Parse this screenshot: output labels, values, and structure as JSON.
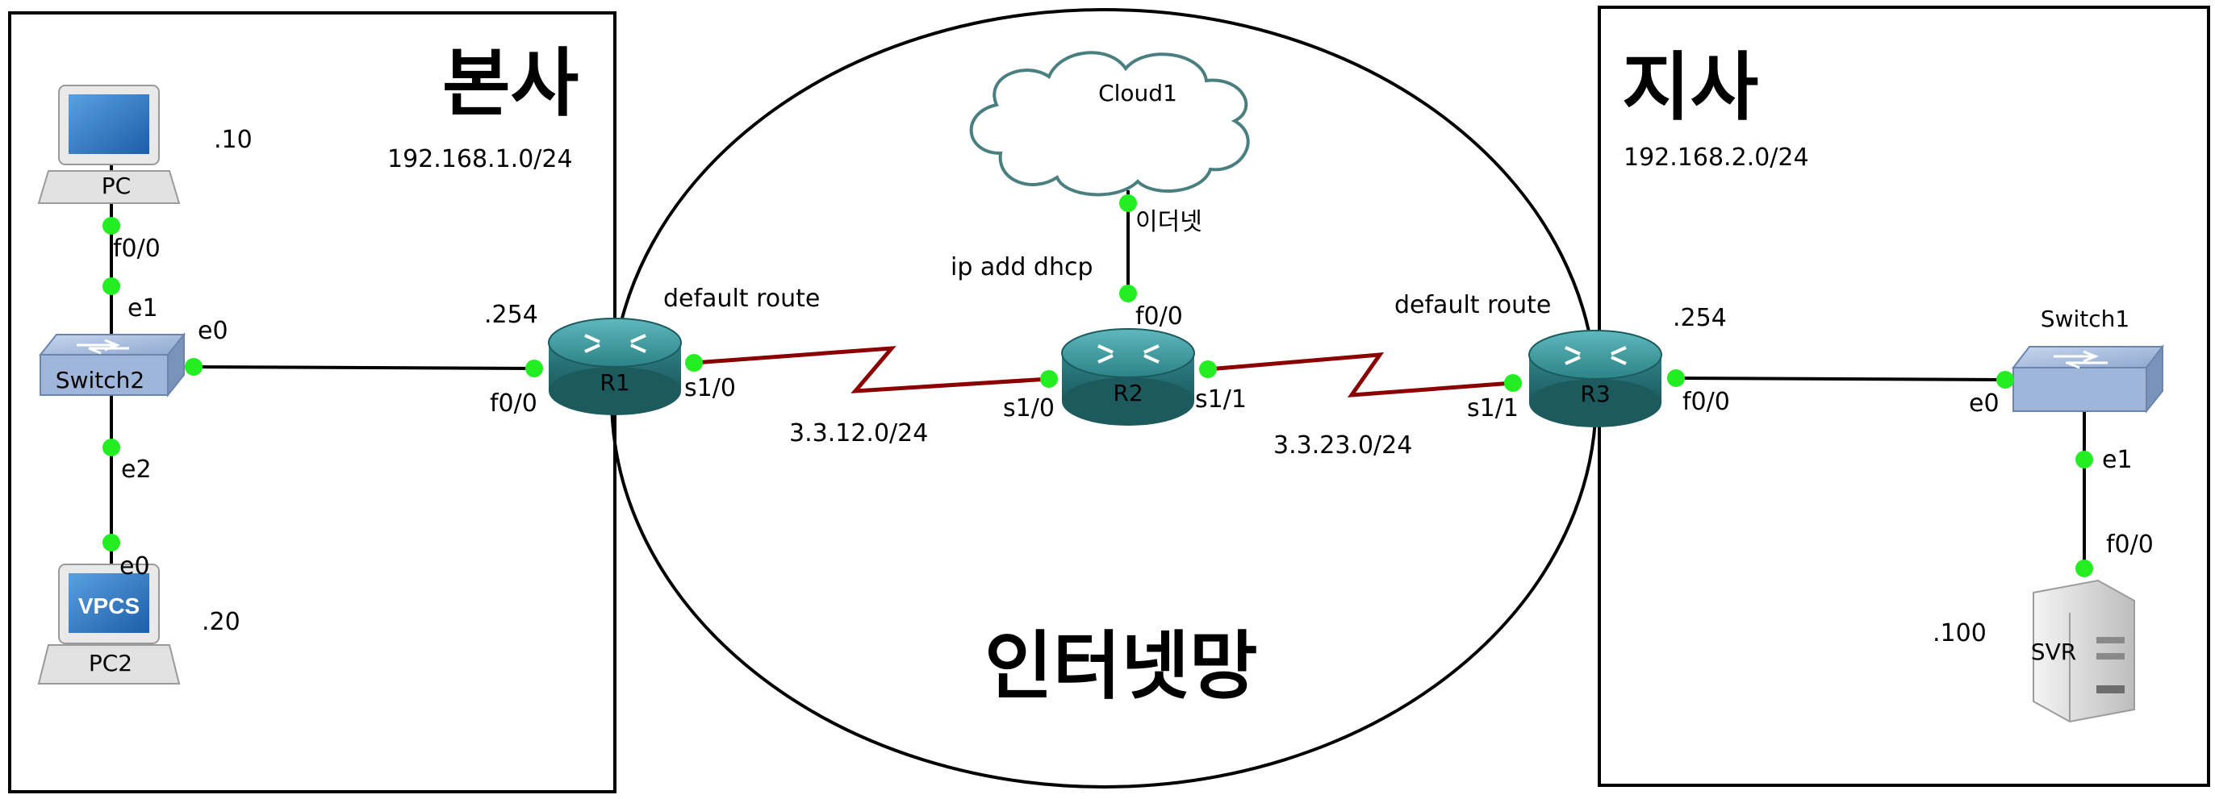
{
  "sites": {
    "hq": {
      "title": "본사",
      "subnet": "192.168.1.0/24"
    },
    "branch": {
      "title": "지사",
      "subnet": "192.168.2.0/24"
    },
    "internet": {
      "title": "인터넷망"
    }
  },
  "devices": {
    "pc": {
      "name": "PC",
      "ip": ".10"
    },
    "pc2": {
      "name": "PC2",
      "badge": "VPCS",
      "ip": ".20"
    },
    "switch2": {
      "name": "Switch2"
    },
    "r1": {
      "name": "R1",
      "ip": ".254",
      "note": "default route"
    },
    "r2": {
      "name": "R2",
      "note": "ip add dhcp"
    },
    "r3": {
      "name": "R3",
      "ip": ".254",
      "note": "default route"
    },
    "cloud1": {
      "name": "Cloud1"
    },
    "switch1": {
      "name": "Switch1"
    },
    "svr": {
      "name": "SVR",
      "ip": ".100"
    }
  },
  "interfaces": {
    "pc_f00": "f0/0",
    "sw2_e1": "e1",
    "sw2_e0": "e0",
    "sw2_e2": "e2",
    "pc2_e0": "e0",
    "r1_f00": "f0/0",
    "r1_s10": "s1/0",
    "r2_s10": "s1/0",
    "r2_s11": "s1/1",
    "r2_f00": "f0/0",
    "cloud_eth": "이더넷",
    "r3_s11": "s1/1",
    "r3_f00": "f0/0",
    "sw1_e0": "e0",
    "sw1_e1": "e1",
    "svr_f00": "f0/0"
  },
  "networks": {
    "r1_r2": "3.3.12.0/24",
    "r2_r3": "3.3.23.0/24"
  },
  "colors": {
    "serial_link": "#8b0000",
    "ethernet_link": "#000000",
    "port_dot": "#22ee22",
    "router_body": "#2f8a8f",
    "switch_body": "#8fa6c9"
  }
}
